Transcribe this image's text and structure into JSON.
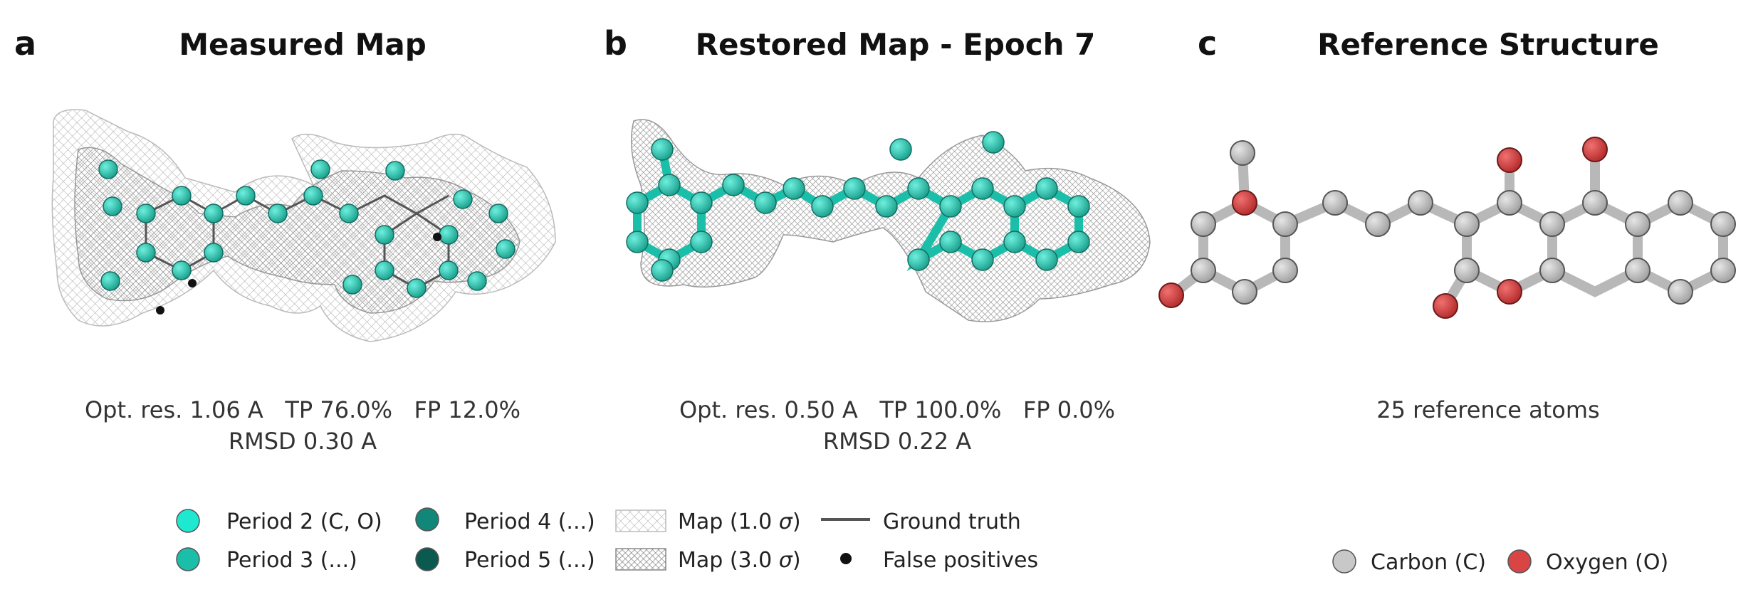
{
  "panels": [
    {
      "letter": "a",
      "title": "Measured Map",
      "stats_line1": "Opt. res. 1.06 A   TP 76.0%   FP 12.0%",
      "stats_line2": "RMSD 0.30 A"
    },
    {
      "letter": "b",
      "title": "Restored Map - Epoch 7",
      "stats_line1": "Opt. res. 0.50 A   TP 100.0%   FP 0.0%",
      "stats_line2": "RMSD 0.22 A"
    },
    {
      "letter": "c",
      "title": "Reference Structure",
      "stats_line1": "25 reference atoms"
    }
  ],
  "legend_left": {
    "period2": "Period 2 (C, O)",
    "period3": "Period 3 (...)",
    "period4": "Period 4 (...)",
    "period5": "Period 5 (...)",
    "map_low_prefix": "Map (1.0 ",
    "map_high_prefix": "Map (3.0 ",
    "sigma": "σ",
    "close_paren": ")",
    "ground_truth": "Ground truth",
    "false_positives": "False positives"
  },
  "legend_right": {
    "carbon": "Carbon (C)",
    "oxygen": "Oxygen (O)"
  },
  "colors": {
    "period2": "#1fe8d0",
    "period3": "#1bbfa9",
    "period4": "#11877a",
    "period5": "#0b5a50",
    "carbon": "#c8c8c8",
    "oxygen": "#d94545",
    "mesh": "#8a8a8a",
    "ground_truth": "#555555"
  },
  "icons": {
    "atom_marker": "filled-circle",
    "mesh_swatch": "crosshatch-box",
    "line_marker": "line",
    "fp_marker": "small-black-dot"
  }
}
